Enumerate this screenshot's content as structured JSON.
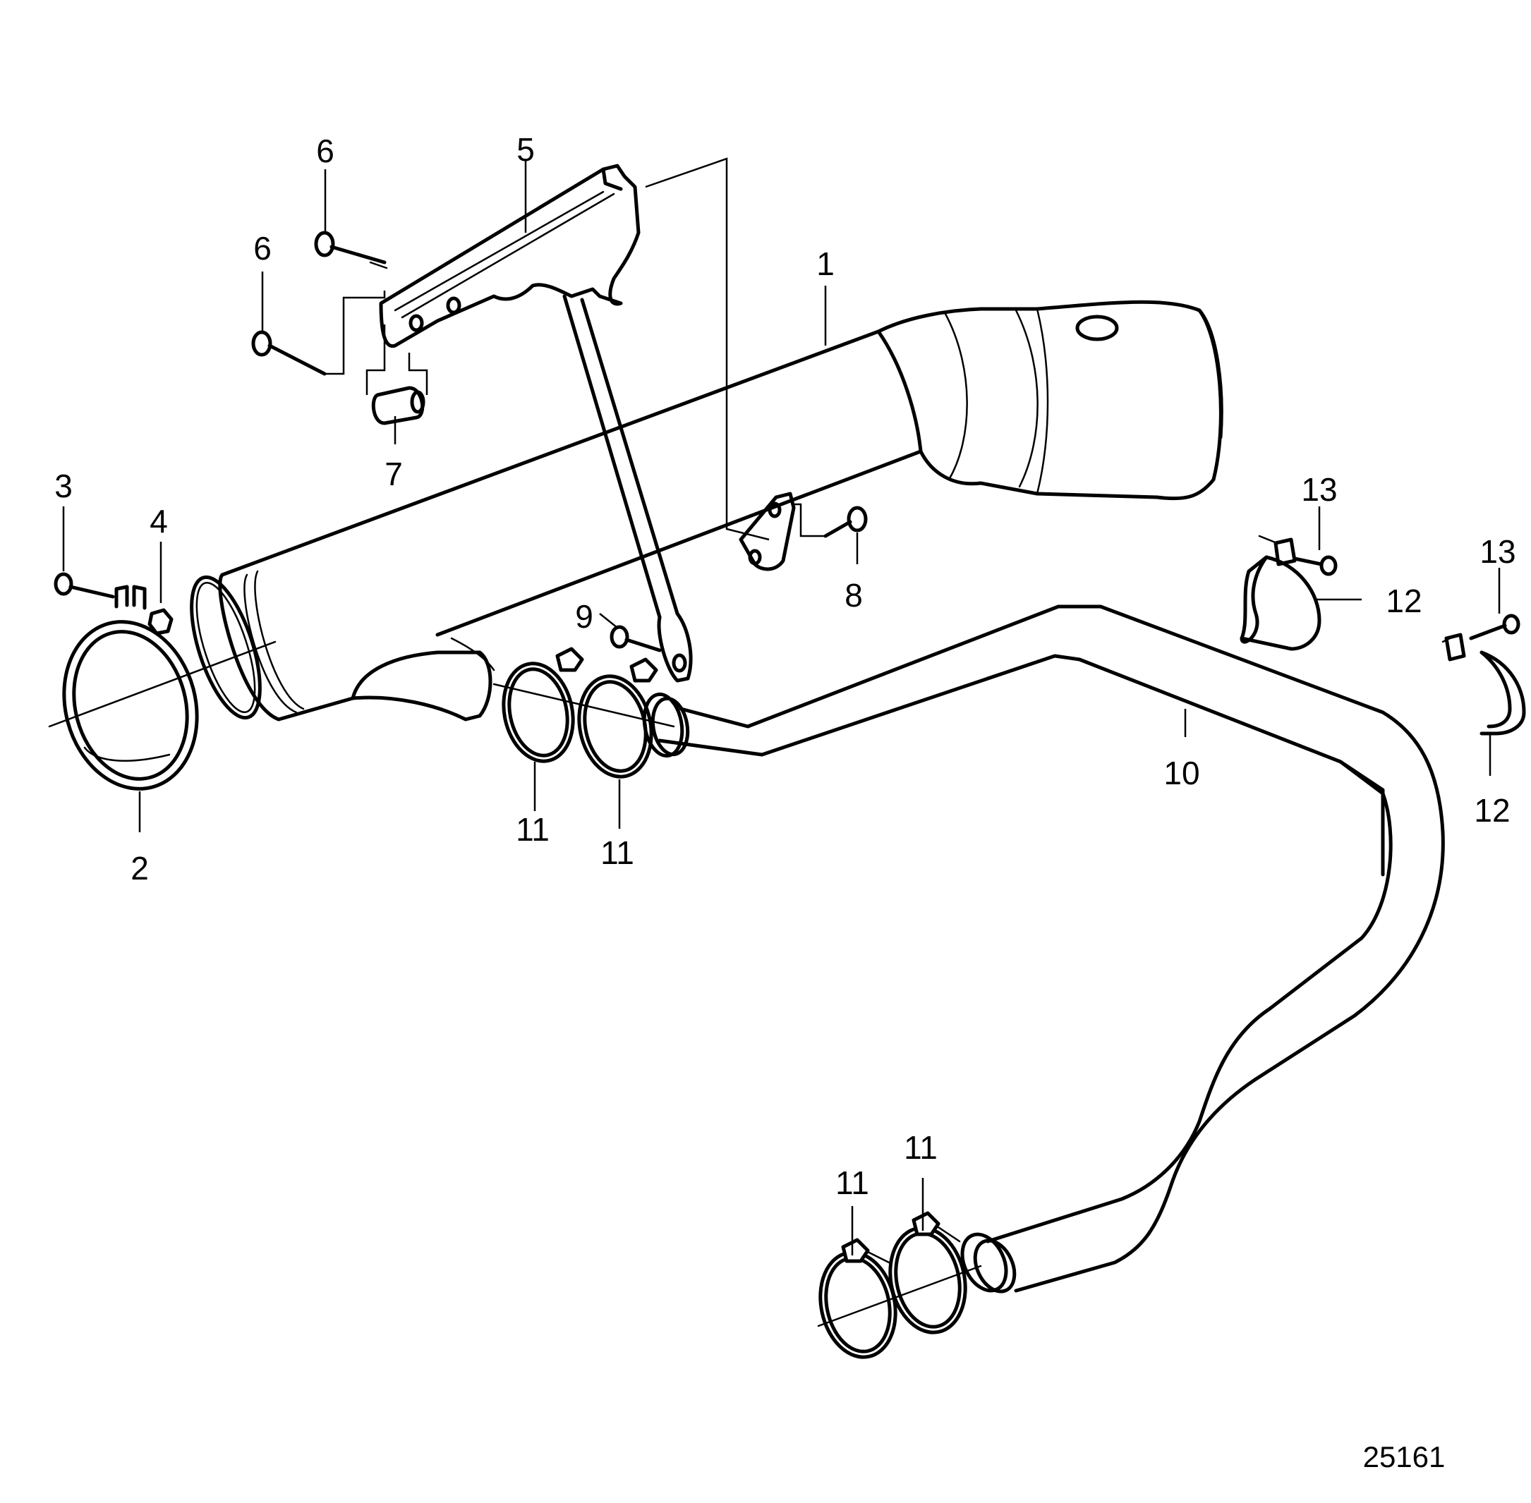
{
  "callouts": [
    {
      "id": "c1",
      "text": "1"
    },
    {
      "id": "c2",
      "text": "2"
    },
    {
      "id": "c3",
      "text": "3"
    },
    {
      "id": "c4",
      "text": "4"
    },
    {
      "id": "c5",
      "text": "5"
    },
    {
      "id": "c6a",
      "text": "6"
    },
    {
      "id": "c6b",
      "text": "6"
    },
    {
      "id": "c7",
      "text": "7"
    },
    {
      "id": "c8",
      "text": "8"
    },
    {
      "id": "c9",
      "text": "9"
    },
    {
      "id": "c10",
      "text": "10"
    },
    {
      "id": "c11a",
      "text": "11"
    },
    {
      "id": "c11b",
      "text": "11"
    },
    {
      "id": "c11c",
      "text": "11"
    },
    {
      "id": "c11d",
      "text": "11"
    },
    {
      "id": "c12a",
      "text": "12"
    },
    {
      "id": "c12b",
      "text": "12"
    },
    {
      "id": "c13a",
      "text": "13"
    },
    {
      "id": "c13b",
      "text": "13"
    }
  ],
  "figure_number": "25161"
}
